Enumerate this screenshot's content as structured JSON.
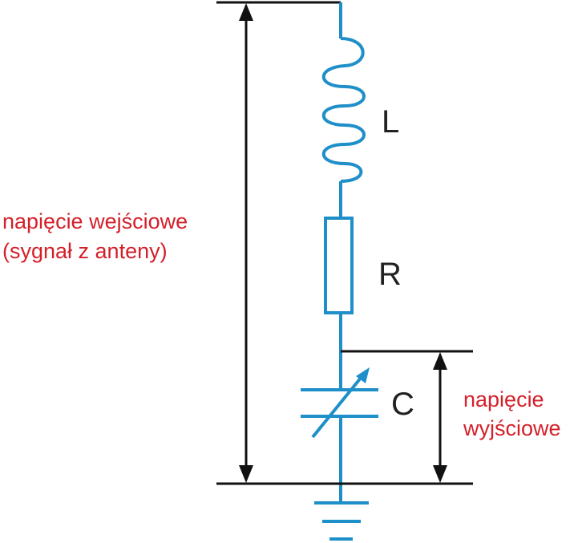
{
  "components": {
    "inductor": "L",
    "resistor": "R",
    "capacitor": "C"
  },
  "labels": {
    "input_voltage_line1": "napięcie wejściowe",
    "input_voltage_line2": "(sygnał z anteny)",
    "output_voltage_line1": "napięcie",
    "output_voltage_line2": "wyjściowe"
  },
  "colors": {
    "circuit": "#1e8fc8",
    "annotation": "#d4202a",
    "dimension": "#111111"
  }
}
